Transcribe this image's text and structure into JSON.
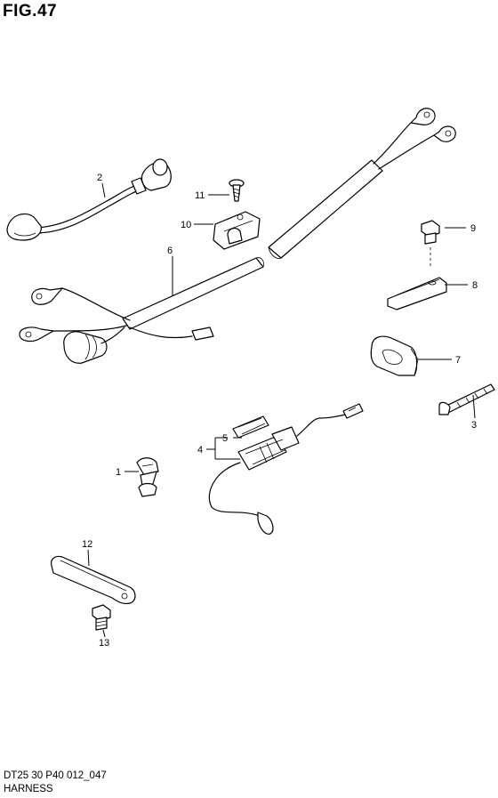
{
  "figure": {
    "title": "FIG.47",
    "drawing_code": "DT25 30 P40 012_047",
    "drawing_name": "HARNESS"
  },
  "callouts": {
    "c1": "1",
    "c2": "2",
    "c3": "3",
    "c4": "4",
    "c5": "5",
    "c6": "6",
    "c7": "7",
    "c8": "8",
    "c9": "9",
    "c10": "10",
    "c11": "11",
    "c12": "12",
    "c13": "13"
  }
}
